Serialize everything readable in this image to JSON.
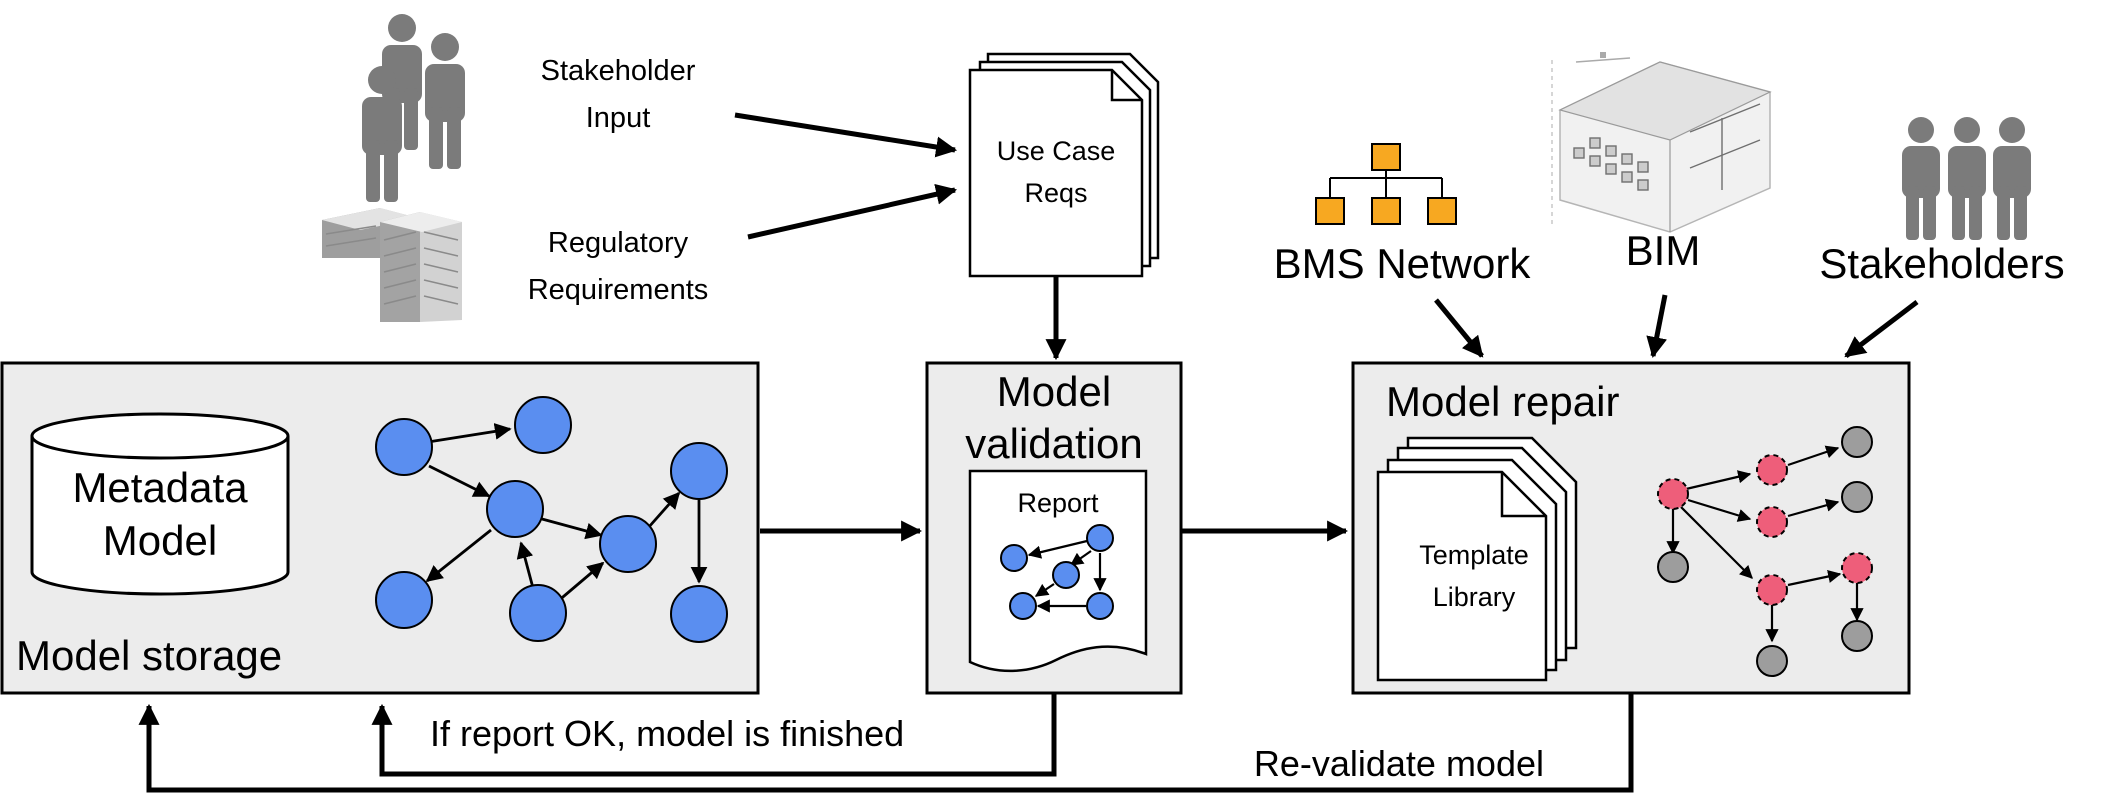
{
  "inputs": {
    "stakeholder_input": [
      "Stakeholder",
      "Input"
    ],
    "regulatory": [
      "Regulatory",
      "Requirements"
    ],
    "use_case": [
      "Use Case",
      "Reqs"
    ]
  },
  "storage": {
    "cylinder": [
      "Metadata",
      "Model"
    ],
    "title": "Model storage"
  },
  "validation": {
    "title": [
      "Model",
      "validation"
    ],
    "report": "Report"
  },
  "repair": {
    "title": "Model repair",
    "library": [
      "Template",
      "Library"
    ]
  },
  "sources": {
    "bms": "BMS Network",
    "bim": "BIM",
    "stakeholders": "Stakeholders"
  },
  "feedback": {
    "ok": "If report OK, model is finished",
    "revalidate": "Re-validate model"
  },
  "colors": {
    "node_blue": "#5a8ef0",
    "node_red": "#ee5e7a",
    "node_gray": "#9d9d9d",
    "bms_orange": "#f7a821",
    "panel_fill": "#ececec",
    "person_gray": "#7b7b7b"
  }
}
